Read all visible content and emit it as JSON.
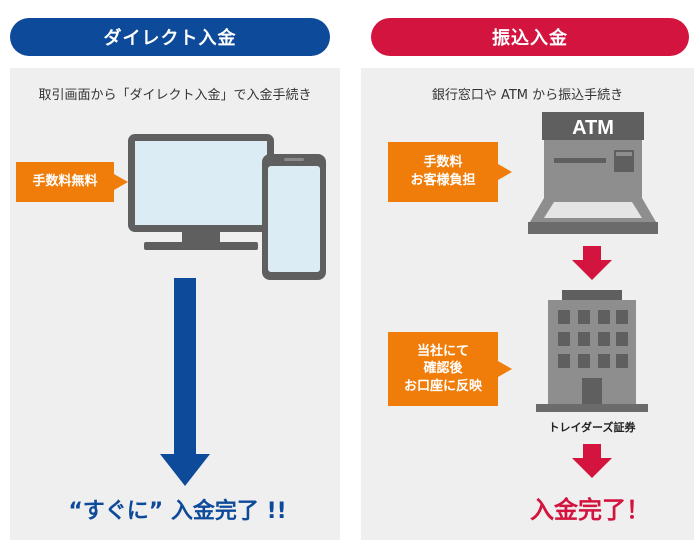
{
  "colors": {
    "direct_blue": "#0e4a9a",
    "transfer_red": "#d3143f",
    "callout_orange": "#f07d0a",
    "panel_gray": "#efefef",
    "device_gray": "#5f5f5f",
    "screen_blue": "#dcecf5"
  },
  "left": {
    "header": "ダイレクト入金",
    "caption": "取引画面から「ダイレクト入金」で入金手続き",
    "callout": "手数料無料",
    "icons": [
      "monitor-icon",
      "smartphone-icon",
      "down-arrow-icon"
    ],
    "result": "“すぐに” 入金完了 !!"
  },
  "right": {
    "header": "振込入金",
    "caption": "銀行窓口や ATM から振込手続き",
    "atm_label": "ATM",
    "callout1": [
      "手数料",
      "お客様負担"
    ],
    "callout2": [
      "当社にて",
      "確認後",
      "お口座に反映"
    ],
    "building_label": "トレイダーズ証券",
    "icons": [
      "atm-icon",
      "building-icon",
      "down-arrow-icon"
    ],
    "result": "入金完了！"
  }
}
